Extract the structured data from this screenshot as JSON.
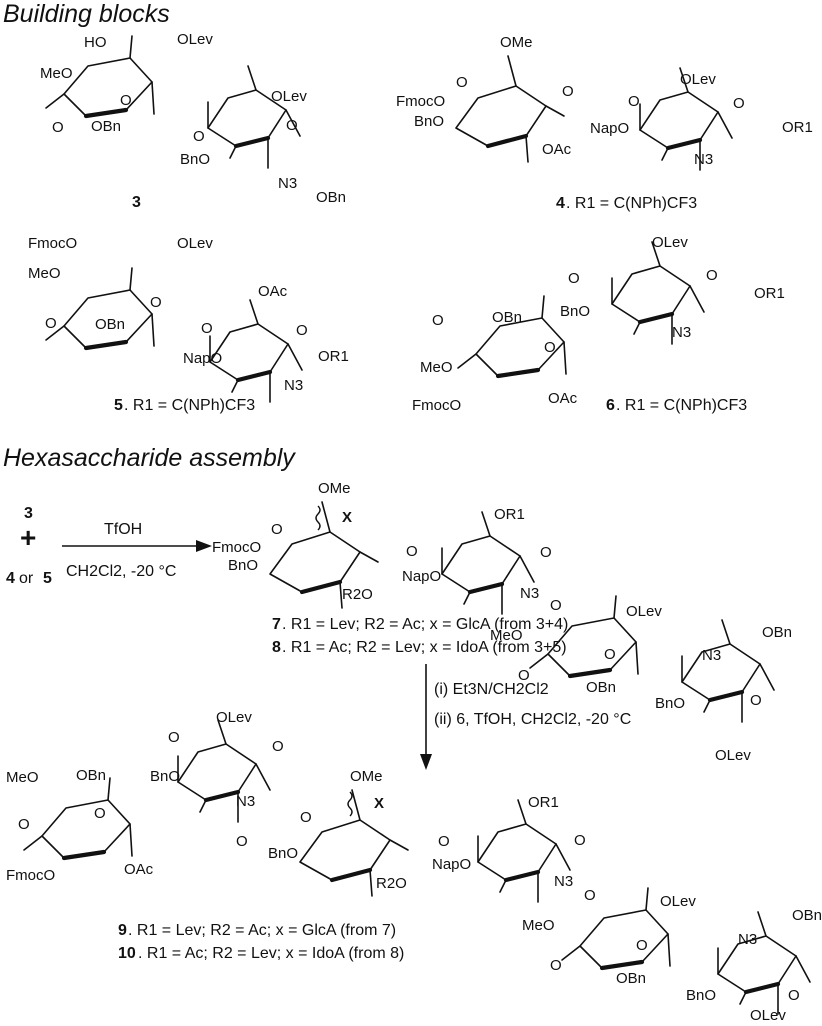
{
  "titles": {
    "building_blocks": "Building blocks",
    "assembly": "Hexasaccharide assembly"
  },
  "compounds": {
    "c3": {
      "number": "3"
    },
    "c4": {
      "number": "4",
      "caption": ". R1 = C(NPh)CF3"
    },
    "c5": {
      "number": "5",
      "caption": ". R1 = C(NPh)CF3"
    },
    "c6": {
      "number": "6",
      "caption": ". R1 = C(NPh)CF3"
    }
  },
  "reaction1": {
    "reactant_top": "3",
    "plus": "+",
    "reactant_bottom_a": "4",
    "reactant_bottom_or": "or",
    "reactant_bottom_b": "5",
    "reagent_top": "TfOH",
    "reagent_bottom": "CH2Cl2, -20 °C"
  },
  "products1": [
    {
      "number": "7",
      "text": ". R1 = Lev; R2 = Ac; x = GlcA (from 3+4)"
    },
    {
      "number": "8",
      "text": ". R1 = Ac; R2 = Lev; x = IdoA (from 3+5)"
    }
  ],
  "reaction2": {
    "step1": "(i) Et3N/CH2Cl2",
    "step2": "(ii) 6, TfOH, CH2Cl2, -20 °C"
  },
  "products2": [
    {
      "number": "9",
      "text": ". R1 = Lev; R2 = Ac; x = GlcA (from 7)"
    },
    {
      "number": "10",
      "text": ". R1 = Ac; R2 = Lev; x = IdoA (from 8)"
    }
  ],
  "groups": {
    "HO": "HO",
    "OLev": "OLev",
    "MeO": "MeO",
    "O": "O",
    "OBn": "OBn",
    "BnO": "BnO",
    "N3": "N3",
    "OMe": "OMe",
    "FmocO": "FmocO",
    "NapO": "NapO",
    "OAc": "OAc",
    "OR1": "OR1",
    "R2O": "R2O",
    "X": "X"
  }
}
